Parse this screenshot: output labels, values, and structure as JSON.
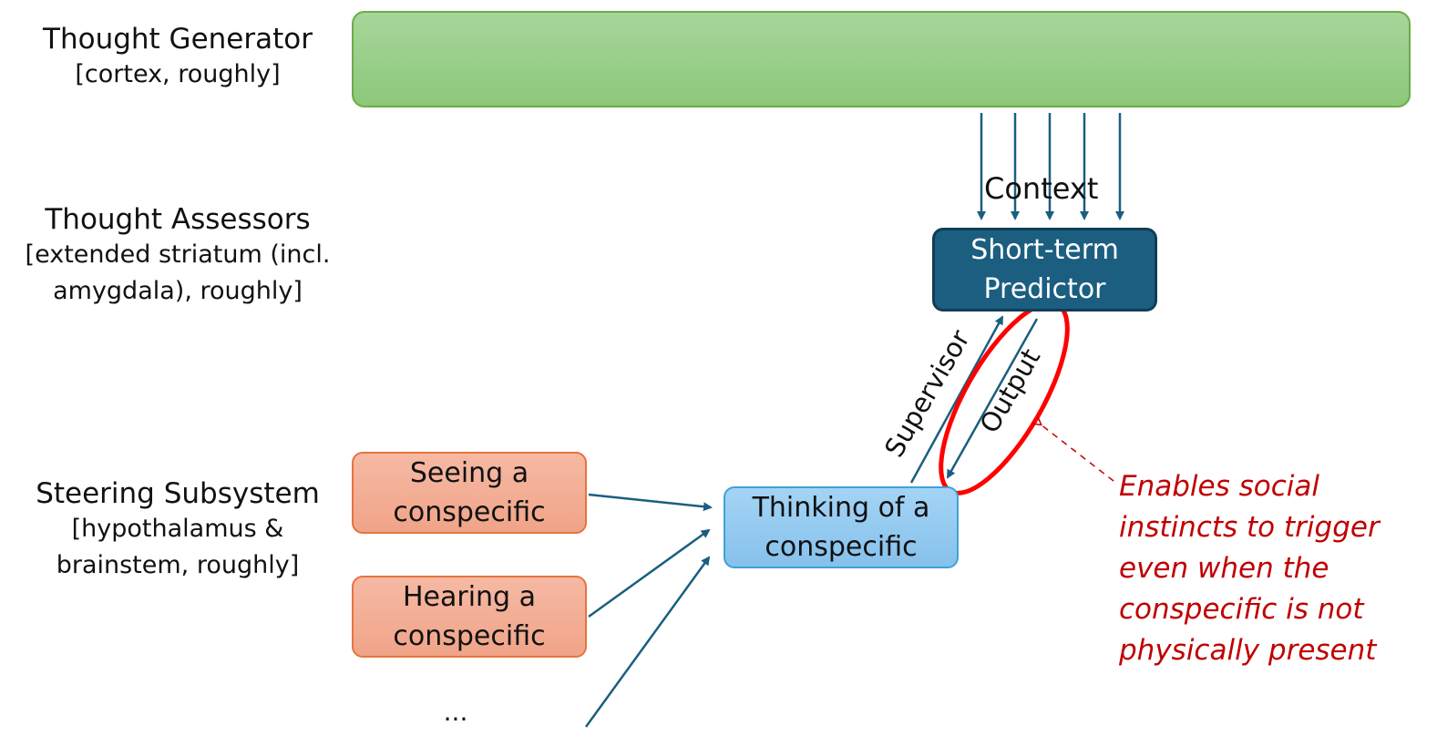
{
  "rows": {
    "generator": {
      "title": "Thought Generator",
      "subtitle": "[cortex, roughly]"
    },
    "assessors": {
      "title": "Thought Assessors",
      "subtitle_line1": "[extended striatum (incl.",
      "subtitle_line2": "amygdala), roughly]"
    },
    "steering": {
      "title": "Steering Subsystem",
      "subtitle_line1": "[hypothalamus &",
      "subtitle_line2": "brainstem, roughly]"
    }
  },
  "nodes": {
    "predictor_line1": "Short-term",
    "predictor_line2": "Predictor",
    "seeing_line1": "Seeing a",
    "seeing_line2": "conspecific",
    "hearing_line1": "Hearing a",
    "hearing_line2": "conspecific",
    "thinking_line1": "Thinking of a",
    "thinking_line2": "conspecific",
    "ellipsis": "..."
  },
  "edges": {
    "context": "Context",
    "supervisor": "Supervisor",
    "output": "Output"
  },
  "annotation": {
    "lines": [
      "Enables social",
      "instincts to trigger",
      "even when the",
      "conspecific is not",
      "physically present"
    ],
    "color": "#c00000"
  },
  "colors": {
    "arrow": "#1b5e80",
    "highlight": "#ff0000"
  }
}
